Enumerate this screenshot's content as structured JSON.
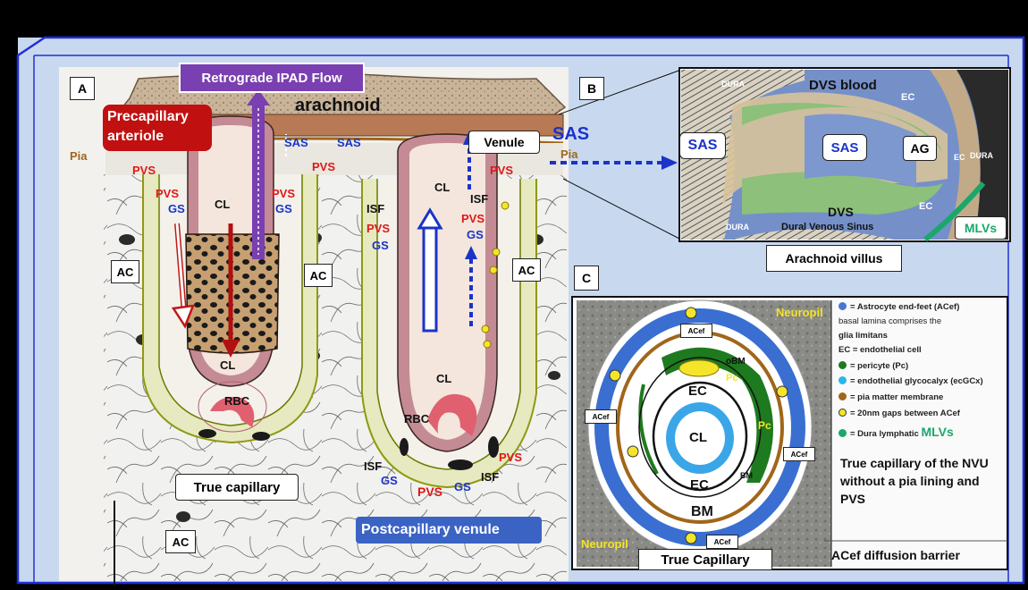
{
  "panels": {
    "a": "A",
    "b": "B",
    "c": "C"
  },
  "panel_a": {
    "retrograde_flow": "Retrograde IPAD Flow",
    "arachnoid": "arachnoid",
    "precapillary": "Precapillary arteriole",
    "pia": "Pia",
    "pia_right": "Pia",
    "sas_1": "SAS",
    "sas_2": "SAS",
    "sas_big": "SAS",
    "venule": "Venule",
    "pvs": "PVS",
    "gs": "GS",
    "cl": "CL",
    "isf": "ISF",
    "ac": "AC",
    "rbc": "RBC",
    "true_capillary": "True capillary",
    "postcapillary_venule": "Postcapillary venule"
  },
  "panel_b": {
    "dura": "DURA",
    "dvs_blood": "DVS blood",
    "ec": "EC",
    "sas": "SAS",
    "ag": "AG",
    "dvs": "DVS",
    "dvs_full": "Dural Venous Sinus",
    "mlvs": "MLVs",
    "arachnoid_villus": "Arachnoid villus"
  },
  "panel_c": {
    "neuropil": "Neuropil",
    "acef": "ACef",
    "pc": "Pc",
    "obm": "oBM",
    "ec": "EC",
    "cl": "CL",
    "bm": "BM",
    "true_capillary": "True Capillary",
    "acef_barrier": "ACef diffusion barrier",
    "note": "True capillary of the NVU without a pia lining and PVS",
    "legend": [
      {
        "color": "#4a78d0",
        "text": "= Astrocyte end-feet (ACef)"
      },
      {
        "color": "",
        "text": "basal lamina comprises the"
      },
      {
        "color": "",
        "text": "glia limitans"
      },
      {
        "color": "",
        "text": "EC  = endothelial cell"
      },
      {
        "color": "#1e7a1e",
        "text": "=  pericyte (Pc)"
      },
      {
        "color": "#29b6e8",
        "text": "= endothelial glycocalyx (ecGCx)"
      },
      {
        "color": "#a0661a",
        "text": "= pia matter membrane"
      },
      {
        "color": "#f5e52a",
        "text": "= 20nm gaps between ACef"
      },
      {
        "color": "#1aa86a",
        "text": "= Dura lymphatic"
      }
    ],
    "legend_mlvs": "MLVs"
  },
  "colors": {
    "frame": "#1f2fd8",
    "red": "#e01818",
    "blue": "#1a33c8",
    "purple": "#7a3fb0",
    "postcap": "#3b63c4"
  }
}
